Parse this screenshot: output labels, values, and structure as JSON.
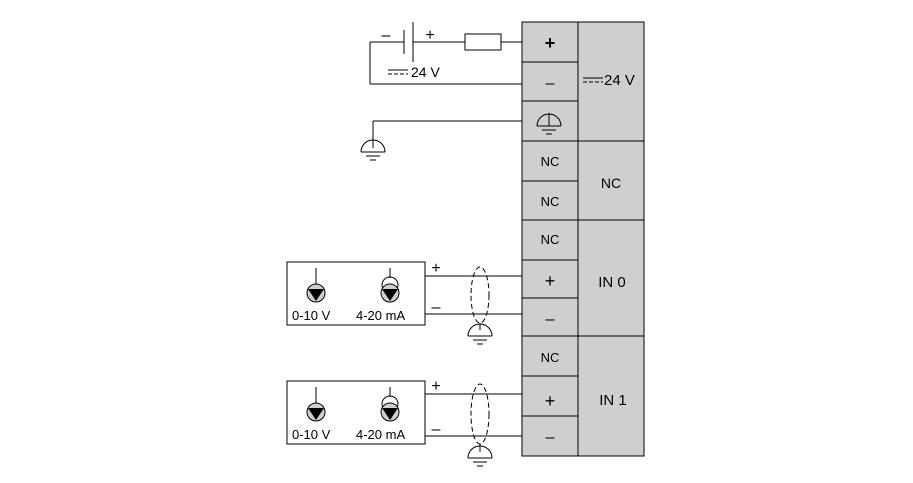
{
  "power": {
    "minus": "–",
    "plus": "+",
    "voltage": "24 V",
    "group_label": "24 V",
    "terminal_plus": "+",
    "terminal_minus": "–"
  },
  "nc_group": {
    "row1": "NC",
    "row2": "NC",
    "group_label": "NC"
  },
  "channels": [
    {
      "row_nc": "NC",
      "row_plus": "+",
      "row_minus": "–",
      "group_label": "IN 0",
      "sensor_voltage": "0-10 V",
      "sensor_current": "4-20 mA",
      "wire_plus": "+",
      "wire_minus": "–"
    },
    {
      "row_nc": "NC",
      "row_plus": "+",
      "row_minus": "–",
      "group_label": "IN 1",
      "sensor_voltage": "0-10 V",
      "sensor_current": "4-20 mA",
      "wire_plus": "+",
      "wire_minus": "–"
    }
  ]
}
